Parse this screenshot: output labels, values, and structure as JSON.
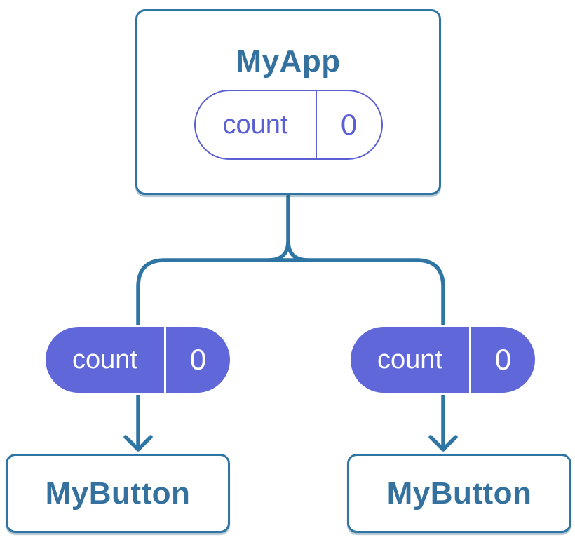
{
  "colors": {
    "background": "#ffffff",
    "line_blue": "#2e75a4",
    "text_blue": "#35719f",
    "purple": "#5a60d4",
    "purple_fill": "#6067d9",
    "pill_text_white": "#ffffff"
  },
  "parent_card": {
    "title": "MyApp",
    "state_pill": {
      "name": "count",
      "value": "0"
    }
  },
  "child_cards": [
    {
      "title": "MyButton",
      "state_pill": {
        "name": "count",
        "value": "0"
      }
    },
    {
      "title": "MyButton",
      "state_pill": {
        "name": "count",
        "value": "0"
      }
    }
  ]
}
